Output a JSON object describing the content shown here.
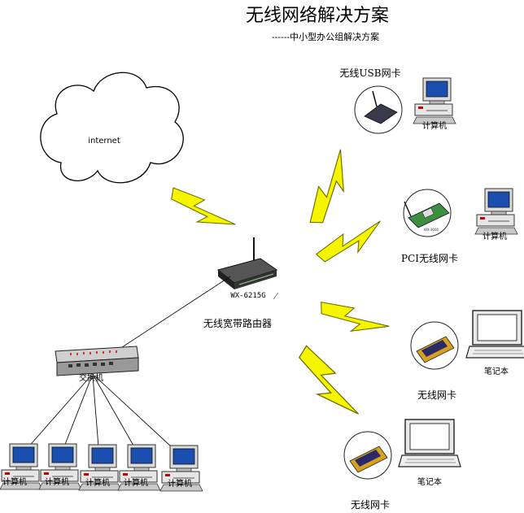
{
  "diagram": {
    "title": "无线网络解决方案",
    "subtitle": "------中小型办公组解决方案",
    "internet_label": "internet",
    "router_model": "WX-6215G",
    "router_label": "无线宽带路由器",
    "switch_label": "交换机",
    "computer_label": "计算机",
    "laptop_label": "笔记本",
    "usb_card_label": "无线USB网卡",
    "pci_card_label": "PCI无线网卡",
    "wireless_card_label": "无线网卡",
    "pci_card_model": "WX-3600"
  },
  "colors": {
    "lightning_fill": "#f5f500",
    "lightning_stroke": "#6b6b00",
    "device_body": "#e3e3e3",
    "screen_blue": "#1a4fb0",
    "router_body": "#2f2f2f",
    "card_gold": "#d8a020"
  },
  "lan_computer_count": 5
}
